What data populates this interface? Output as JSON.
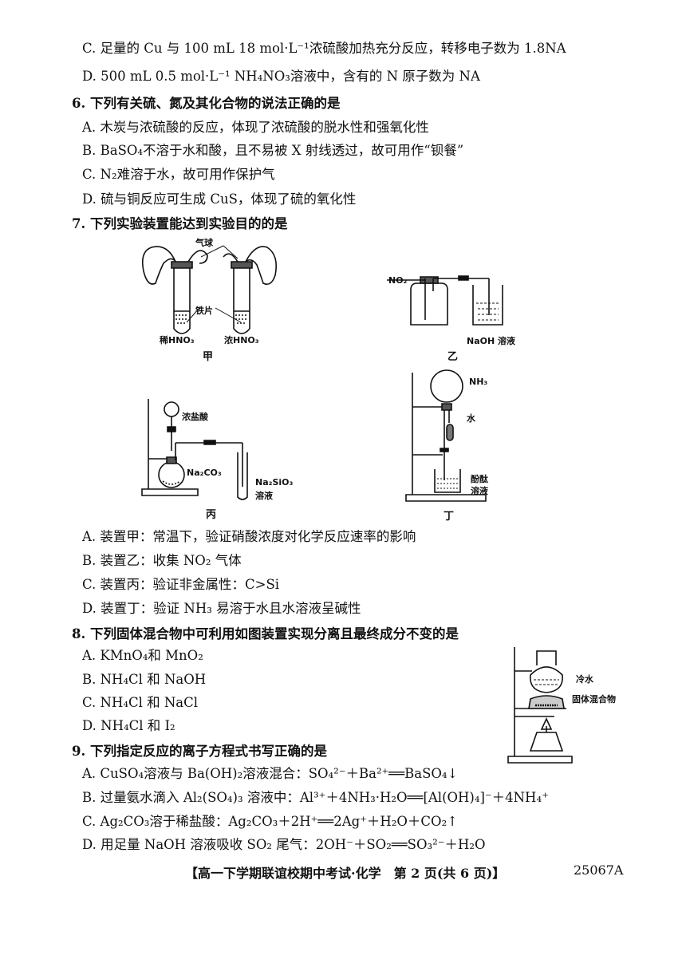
{
  "q5_tail": {
    "c": "C. 足量的 Cu 与 100 mL 18 mol·L⁻¹浓硫酸加热充分反应，转移电子数为 1.8NA",
    "d": "D. 500 mL 0.5 mol·L⁻¹ NH₄NO₃溶液中，含有的 N 原子数为 NA"
  },
  "q6": {
    "stem": "6. 下列有关硫、氮及其化合物的说法正确的是",
    "a": "A. 木炭与浓硫酸的反应，体现了浓硫酸的脱水性和强氧化性",
    "b": "B. BaSO₄不溶于水和酸，且不易被 X 射线透过，故可用作“钡餐”",
    "c": "C. N₂难溶于水，故可用作保护气",
    "d": "D. 硫与铜反应可生成 CuS，体现了硫的氧化性"
  },
  "q7": {
    "stem": "7. 下列实验装置能达到实验目的的是",
    "fig_jia": {
      "balloon": "气球",
      "iron": "铁片",
      "dilute": "稀HNO₃",
      "conc": "浓HNO₃",
      "caption": "甲"
    },
    "fig_yi": {
      "gas": "NO₂",
      "solution": "NaOH 溶液",
      "caption": "乙"
    },
    "fig_bing": {
      "acid": "浓盐酸",
      "carbonate": "Na₂CO₃",
      "silicate": "Na₂SiO₃",
      "silicate2": "溶液",
      "caption": "丙"
    },
    "fig_ding": {
      "ammonia": "NH₃",
      "water": "水",
      "phenol": "酚酞",
      "phenol2": "溶液",
      "caption": "丁"
    },
    "a": "A. 装置甲：常温下，验证硝酸浓度对化学反应速率的影响",
    "b": "B. 装置乙：收集 NO₂ 气体",
    "c": "C. 装置丙：验证非金属性：C>Si",
    "d": "D. 装置丁：验证 NH₃ 易溶于水且水溶液呈碱性"
  },
  "q8": {
    "stem": "8. 下列固体混合物中可利用如图装置实现分离且最终成分不变的是",
    "a": "A. KMnO₄和 MnO₂",
    "b": "B. NH₄Cl 和 NaOH",
    "c": "C. NH₄Cl 和 NaCl",
    "d": "D. NH₄Cl 和 I₂",
    "fig": {
      "cold_water": "冷水",
      "solid": "固体混合物"
    }
  },
  "q9": {
    "stem": "9. 下列指定反应的离子方程式书写正确的是",
    "a": "A. CuSO₄溶液与 Ba(OH)₂溶液混合：SO₄²⁻＋Ba²⁺══BaSO₄↓",
    "b": "B. 过量氨水滴入 Al₂(SO₄)₃ 溶液中：Al³⁺＋4NH₃·H₂O══[Al(OH)₄]⁻＋4NH₄⁺",
    "c": "C. Ag₂CO₃溶于稀盐酸：Ag₂CO₃＋2H⁺══2Ag⁺＋H₂O＋CO₂↑",
    "d": "D. 用足量 NaOH 溶液吸收 SO₂ 尾气：2OH⁻＋SO₂══SO₃²⁻＋H₂O"
  },
  "footer": {
    "center": "【高一下学期联谊校期中考试·化学　第 2 页(共 6 页)】",
    "code": "25067A"
  }
}
